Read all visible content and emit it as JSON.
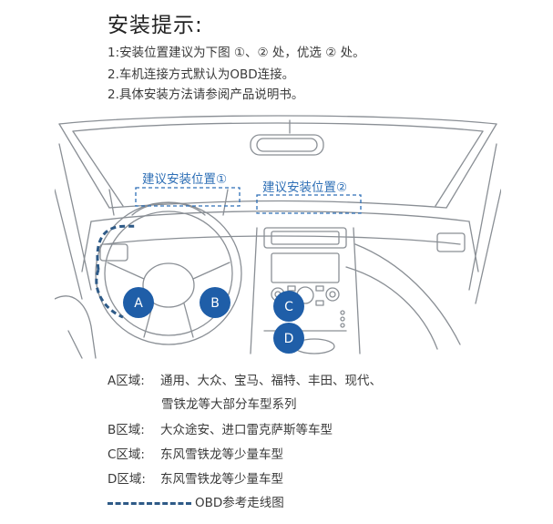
{
  "header": {
    "title": "安装提示:",
    "lines": [
      "1:安装位置建议为下图 ①、② 处，优选 ② 处。",
      "2.车机连接方式默认为OBD连接。",
      "2.具体安装方法请参阅产品说明书。"
    ]
  },
  "diagram": {
    "position1_label": "建议安装位置①",
    "position2_label": "建议安装位置②",
    "markers": [
      "A",
      "B",
      "C",
      "D"
    ],
    "colors": {
      "line": "#8a8f95",
      "accent": "#2e6fb6",
      "marker": "#1f5ea8",
      "dash": "#2e5a87"
    }
  },
  "legend": {
    "a_key": "A区域:",
    "a_text1": "通用、大众、宝马、福特、丰田、现代、",
    "a_text2": "雪铁龙等大部分车型系列",
    "b_key": "B区域:",
    "b_text": "大众途安、进口雷克萨斯等车型",
    "c_key": "C区域:",
    "c_text": "东风雪铁龙等少量车型",
    "d_key": "D区域:",
    "d_text": "东风雪铁龙等少量车型",
    "obd_text": "OBD参考走线图"
  }
}
